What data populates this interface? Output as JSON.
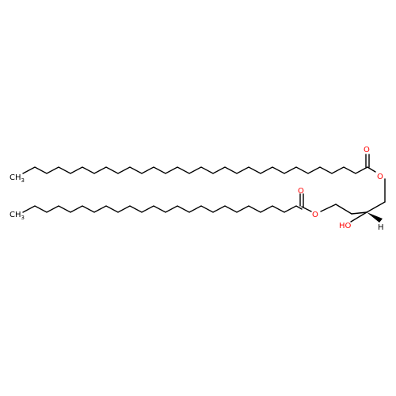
{
  "molecule": {
    "atom_labels": {
      "methyl_top": "CH",
      "methyl_top_sub": "3",
      "methyl_bottom": "CH",
      "methyl_bottom_sub": "3",
      "carbonyl_o_top": "O",
      "ester_o_top": "O",
      "carbonyl_o_bottom": "O",
      "ester_o_bottom": "O",
      "hydroxyl": "HO",
      "stereo_h": "H"
    },
    "colors": {
      "bond": "#000000",
      "heteroatom": "#ff0000"
    }
  }
}
